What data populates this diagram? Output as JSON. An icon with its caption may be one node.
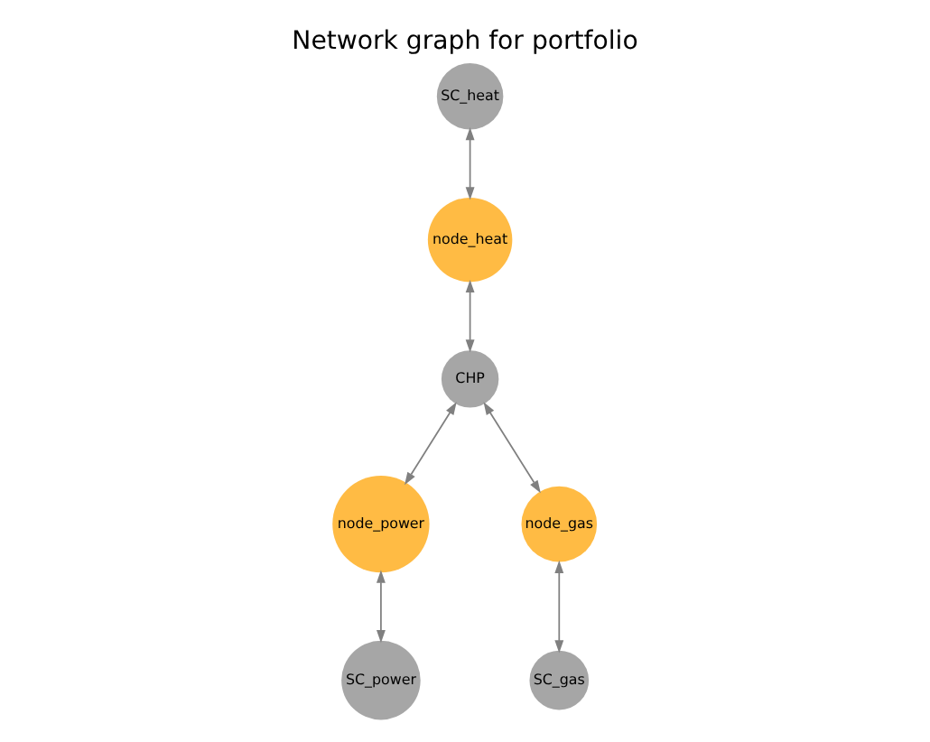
{
  "diagram": {
    "title": "Network graph for portfolio",
    "nodes": [
      {
        "text": [
          "SC_heat"
        ]
      },
      {
        "text": [
          "node_heat"
        ]
      },
      {
        "text": [
          "CHP"
        ]
      },
      {
        "text": [
          "node_power"
        ]
      },
      {
        "text": [
          "node_gas"
        ]
      },
      {
        "text": [
          "SC_power"
        ]
      },
      {
        "text": [
          "SC_gas"
        ]
      }
    ],
    "edges": [
      {
        "from": 0,
        "to": 1,
        "arrow": "both"
      },
      {
        "from": 1,
        "to": 2,
        "arrow": "both"
      },
      {
        "from": 2,
        "to": 3,
        "arrow": "both"
      },
      {
        "from": 2,
        "to": 4,
        "arrow": "both"
      },
      {
        "from": 3,
        "to": 5,
        "arrow": "both"
      },
      {
        "from": 4,
        "to": 6,
        "arrow": "both"
      }
    ]
  }
}
